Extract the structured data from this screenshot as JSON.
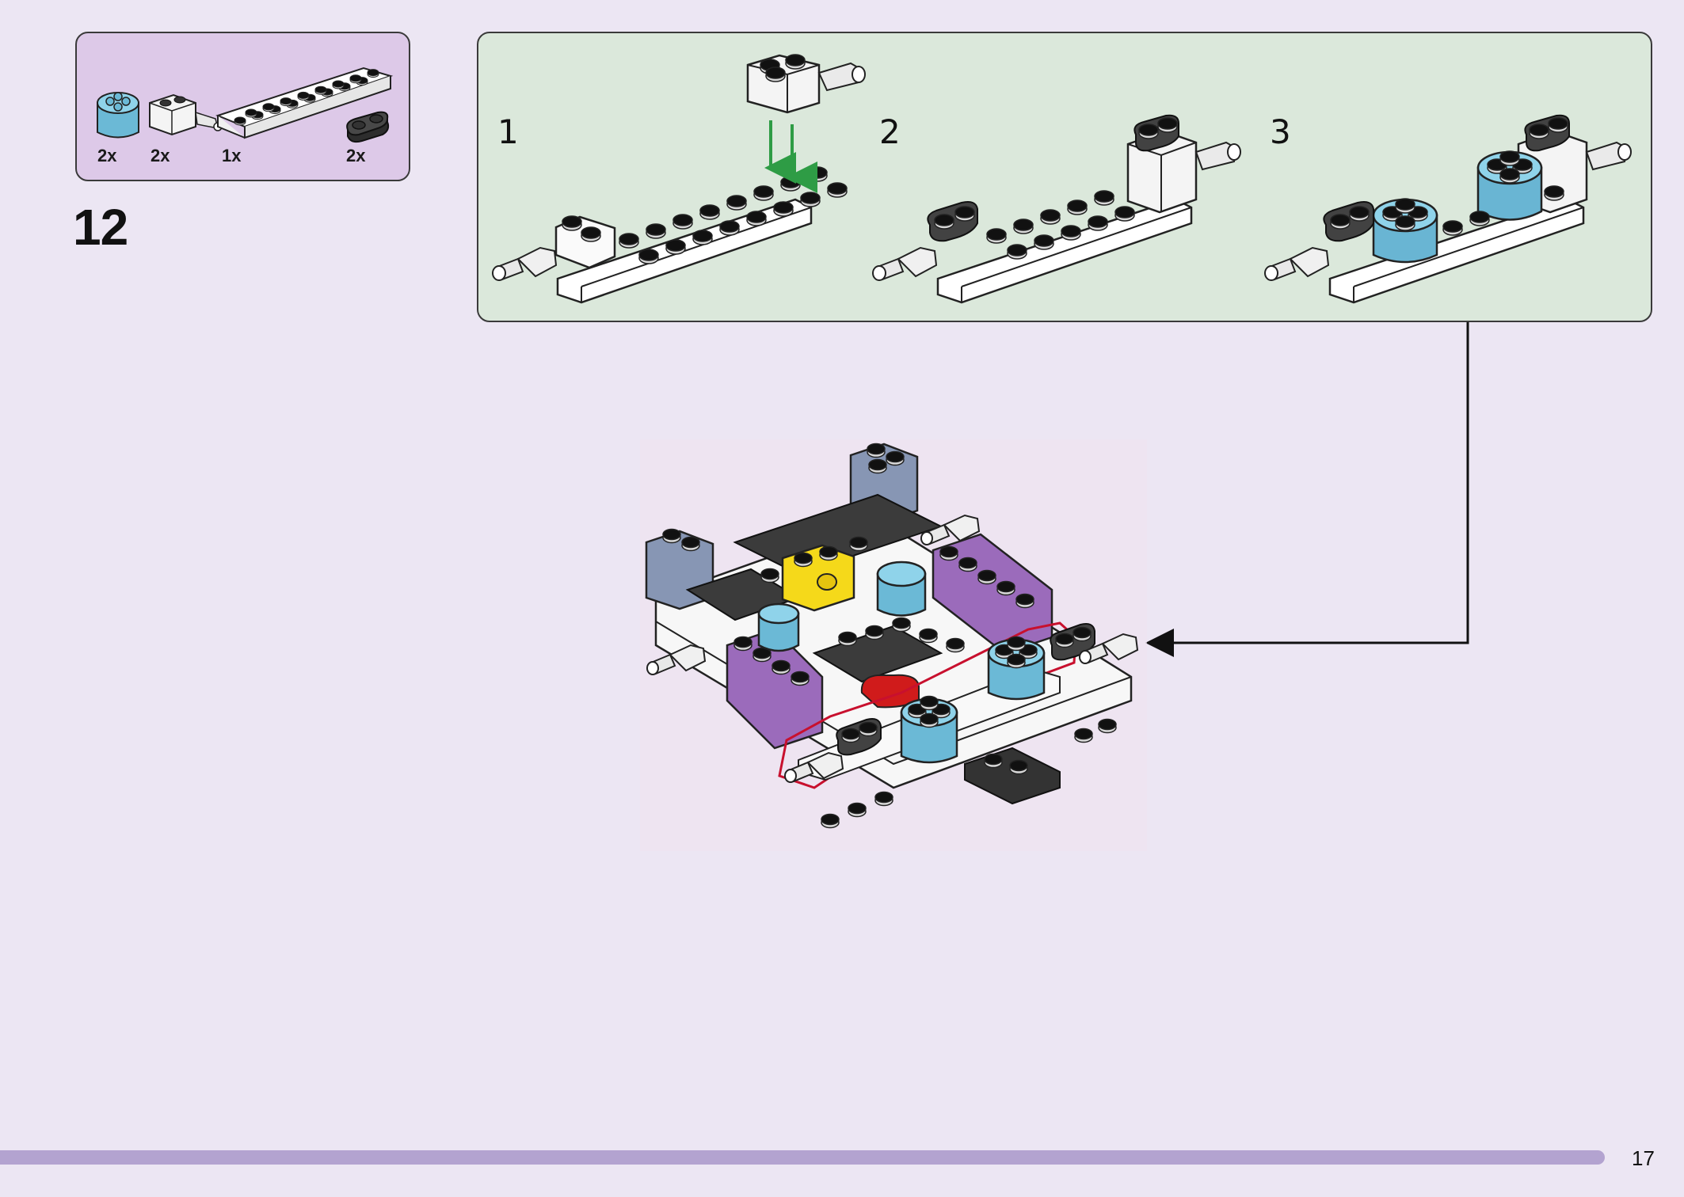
{
  "step": {
    "number": "12"
  },
  "parts": [
    {
      "name": "round-brick-2x2-azure",
      "qty": "2x"
    },
    {
      "name": "technic-pin-brick-white",
      "qty": "2x"
    },
    {
      "name": "plate-2x8-white",
      "qty": "1x"
    },
    {
      "name": "plate-1x2-round-dark-grey",
      "qty": "2x"
    }
  ],
  "substeps": [
    {
      "label": "1"
    },
    {
      "label": "2"
    },
    {
      "label": "3"
    }
  ],
  "progress": {
    "fraction": 0.953
  },
  "page": {
    "number": "17"
  },
  "colors": {
    "page_background": "#ece6f3",
    "parts_box": "#ddc9e8",
    "substep_panel": "#dbe8db",
    "azure": "#7ec8e3",
    "dark_grey": "#3f3f3f",
    "purple": "#9a6bb8",
    "sand_blue": "#8d9cba",
    "yellow": "#f3d81c",
    "red": "#d01b1b",
    "highlight_outline": "#c8102e",
    "arrow_green": "#2e9c45",
    "progress": "#b3a3d0"
  }
}
